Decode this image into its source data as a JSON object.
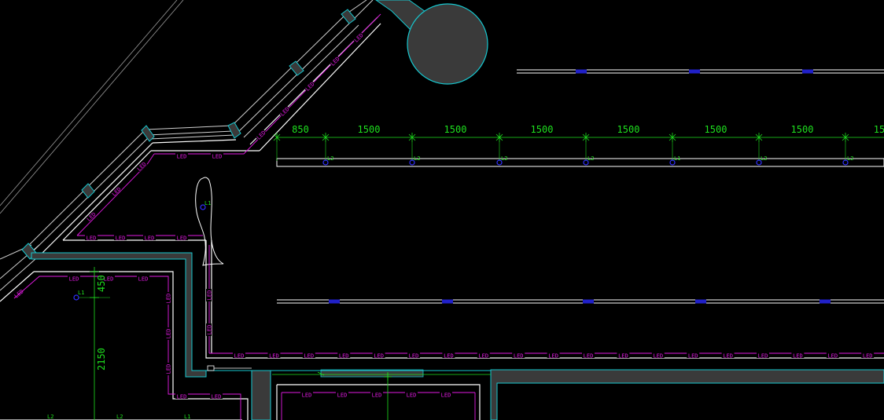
{
  "colors": {
    "background": "#000000",
    "wall_line": "#ffffff",
    "wall_fill": "#3a3a3a",
    "wall_edge": "#16c8d0",
    "led_strip": "#e21ae2",
    "dimension": "#1ee01e",
    "fixture": "#3030ff"
  },
  "dimensions": {
    "top_run": [
      "850",
      "1500",
      "1500",
      "1500",
      "1500",
      "1500",
      "1500",
      "15"
    ],
    "left_vertical": [
      "450",
      "2150"
    ]
  },
  "labels": {
    "led_tag": "LED",
    "led_tag_rotated": "LED",
    "fixture_l1": "L1",
    "fixture_l2": "L2"
  },
  "icons": {
    "fixture_marker": "downlight-icon",
    "dimension_tick": "cross-tick-icon",
    "column": "round-column-shape"
  }
}
